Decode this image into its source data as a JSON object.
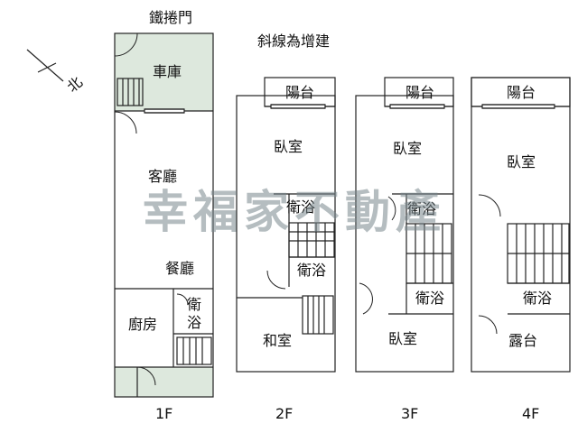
{
  "top_labels": {
    "gate": "鐵捲門",
    "note": "斜線為增建",
    "north": "北"
  },
  "rooms_1f": {
    "garage": "車庫",
    "living": "客廳",
    "dining": "餐廳",
    "kitchen": "廚房",
    "bath_top": "衛",
    "bath_bottom": "浴"
  },
  "rooms_2f": {
    "balcony": "陽台",
    "bedroom": "臥室",
    "bath_upper": "衛浴",
    "bath_lower": "衛浴",
    "japanese_room": "和室"
  },
  "rooms_3f": {
    "balcony": "陽台",
    "bedroom_upper": "臥室",
    "bath_upper": "衛浴",
    "bath_lower": "衛浴",
    "bedroom_lower": "臥室"
  },
  "rooms_4f": {
    "balcony": "陽台",
    "bedroom": "臥室",
    "bath": "衛浴",
    "terrace": "露台"
  },
  "floor_labels": [
    "1F",
    "2F",
    "3F",
    "4F"
  ],
  "watermark": "幸福家不動產",
  "colors": {
    "wall": "#222222",
    "annex_fill": "#dde8dd",
    "watermark": "#7f8b8f"
  }
}
